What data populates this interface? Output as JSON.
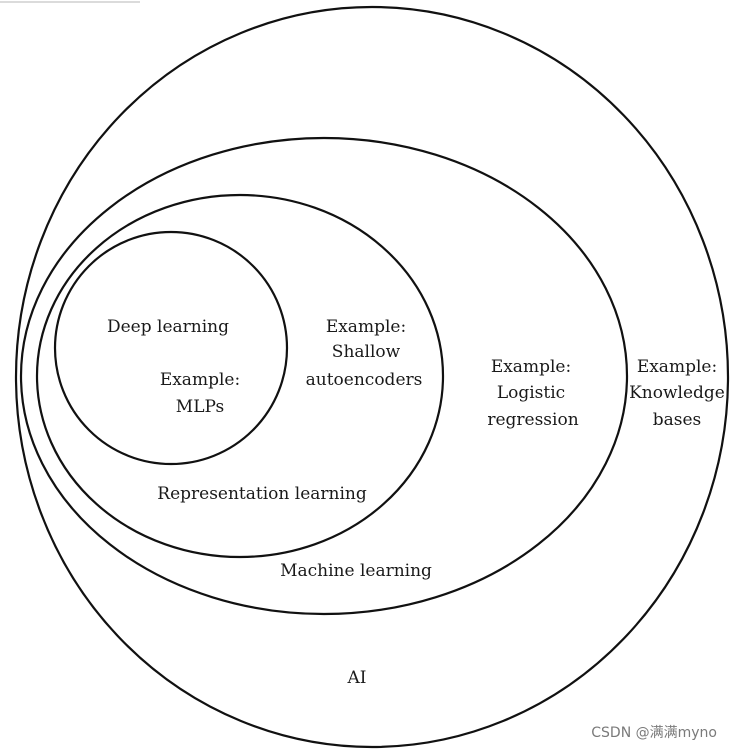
{
  "diagram": {
    "sets": {
      "ai": {
        "name": "AI",
        "example_label": "Example:",
        "example_line1": "Knowledge",
        "example_line2": "bases"
      },
      "machine_learning": {
        "name": "Machine learning",
        "example_label": "Example:",
        "example_line1": "Logistic",
        "example_line2": "regression"
      },
      "representation_learning": {
        "name": "Representation learning",
        "example_label": "Example:",
        "example_line1": "Shallow",
        "example_line2": "autoencoders"
      },
      "deep_learning": {
        "name": "Deep learning",
        "example_label": "Example:",
        "example_line1": "MLPs"
      }
    },
    "watermark": "CSDN @满满myno"
  }
}
